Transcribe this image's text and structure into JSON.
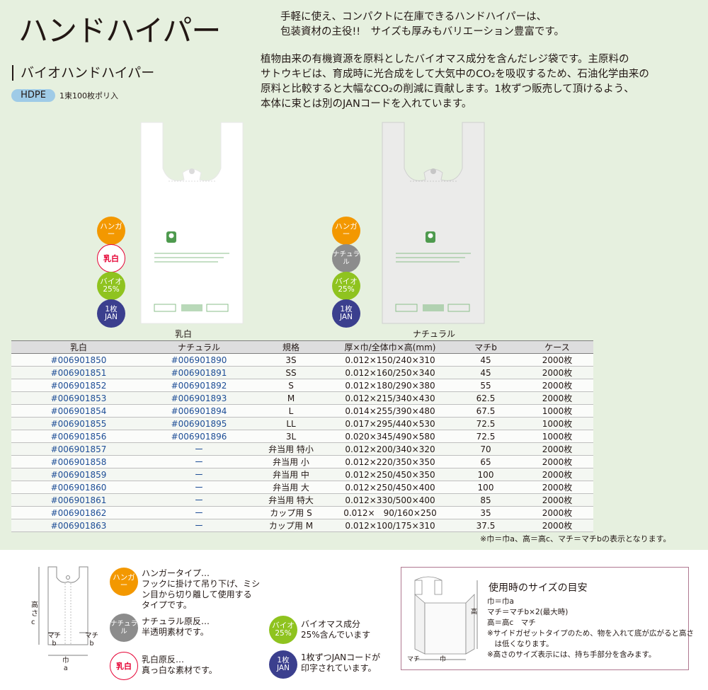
{
  "header": {
    "title": "ハンドハイパー",
    "intro_line1": "手軽に使え、コンパクトに在庫できるハンドハイパーは、",
    "intro_line2": "包装資材の主役!!　サイズも厚みもバリエーション豊富です。"
  },
  "product": {
    "name": "バイオハンドハイパー",
    "material": "HDPE",
    "packing": "1束100枚ポリ入",
    "desc_lines": [
      "植物由来の有機資源を原料としたバイオマス成分を含んだレジ袋です。主原料の",
      "サトウキビは、育成時に光合成をして大気中のCO₂を吸収するため、石油化学由来の",
      "原料と比較すると大幅なCO₂の削減に貢献します。1枚ずつ販売して頂けるよう、",
      "本体に束とは別のJANコードを入れています。"
    ]
  },
  "badges": {
    "hanger": "ハンガー",
    "milky": "乳白",
    "natural": "ナチュラル",
    "bio_1": "バイオ",
    "bio_2": "25%",
    "jan_1": "1枚",
    "jan_2": "JAN"
  },
  "bags": {
    "left_caption": "乳白",
    "right_caption": "ナチュラル"
  },
  "table": {
    "headers": [
      "乳白",
      "ナチュラル",
      "規格",
      "厚×巾/全体巾×高(mm)",
      "マチb",
      "ケース"
    ],
    "rows": [
      [
        "#006901850",
        "#006901890",
        "3S",
        "0.012×150/240×310",
        "45",
        "2000枚"
      ],
      [
        "#006901851",
        "#006901891",
        "SS",
        "0.012×160/250×340",
        "45",
        "2000枚"
      ],
      [
        "#006901852",
        "#006901892",
        "S",
        "0.012×180/290×380",
        "55",
        "2000枚"
      ],
      [
        "#006901853",
        "#006901893",
        "M",
        "0.012×215/340×430",
        "62.5",
        "2000枚"
      ],
      [
        "#006901854",
        "#006901894",
        "L",
        "0.014×255/390×480",
        "67.5",
        "1000枚"
      ],
      [
        "#006901855",
        "#006901895",
        "LL",
        "0.017×295/440×530",
        "72.5",
        "1000枚"
      ],
      [
        "#006901856",
        "#006901896",
        "3L",
        "0.020×345/490×580",
        "72.5",
        "1000枚"
      ],
      [
        "#006901857",
        "ー",
        "弁当用 特小",
        "0.012×200/340×320",
        "70",
        "2000枚"
      ],
      [
        "#006901858",
        "ー",
        "弁当用 小",
        "0.012×220/350×350",
        "65",
        "2000枚"
      ],
      [
        "#006901859",
        "ー",
        "弁当用 中",
        "0.012×250/450×350",
        "100",
        "2000枚"
      ],
      [
        "#006901860",
        "ー",
        "弁当用 大",
        "0.012×250/450×400",
        "100",
        "2000枚"
      ],
      [
        "#006901861",
        "ー",
        "弁当用 特大",
        "0.012×330/500×400",
        "85",
        "2000枚"
      ],
      [
        "#006901862",
        "ー",
        "カップ用 S",
        "0.012×　90/160×250",
        "35",
        "2000枚"
      ],
      [
        "#006901863",
        "ー",
        "カップ用 M",
        "0.012×100/175×310",
        "37.5",
        "2000枚"
      ]
    ],
    "note": "※巾＝巾a、高＝高c、マチ＝マチbの表示となります。"
  },
  "legend": {
    "diagram_height": "高さ c",
    "diagram_gusset_l": "マチ",
    "diagram_gusset_l2": "b",
    "diagram_gusset_r": "マチ",
    "diagram_gusset_r2": "b",
    "diagram_width": "巾",
    "diagram_width2": "a",
    "hanger_lines": [
      "ハンガータイプ…",
      "フックに掛けて吊り下げ、ミシ",
      "ン目から切り離して使用する",
      "タイプです。"
    ],
    "natural_lines": [
      "ナチュラル原反…",
      "半透明素材です。"
    ],
    "milky_lines": [
      "乳白原反…",
      "真っ白な素材です。"
    ],
    "bio_lines": [
      "バイオマス成分",
      "25%含んでいます"
    ],
    "jan_lines": [
      "1枚ずつJANコードが",
      "印字されています。"
    ]
  },
  "usage": {
    "title": "使用時のサイズの目安",
    "lines": [
      "巾＝巾a",
      "マチ＝マチb×2(最大時)",
      "高＝高c　マチ",
      "※サイドガゼットタイプのため、物を入れて底が広がると高さ",
      "　は低くなります。",
      "※高さのサイズ表示には、持ち手部分を含みます。"
    ],
    "diag_height": "高",
    "diag_gusset": "マチ",
    "diag_width": "巾"
  },
  "colors": {
    "background_green": "#e6f0df",
    "code_blue": "#1d4d96",
    "hanger_orange": "#f39800",
    "bio_green": "#8fc31f",
    "jan_navy": "#3b3f8e",
    "milky_red": "#e60033",
    "natural_gray": "#8c8c8c",
    "hdpe_blue": "#9fcbe7"
  }
}
